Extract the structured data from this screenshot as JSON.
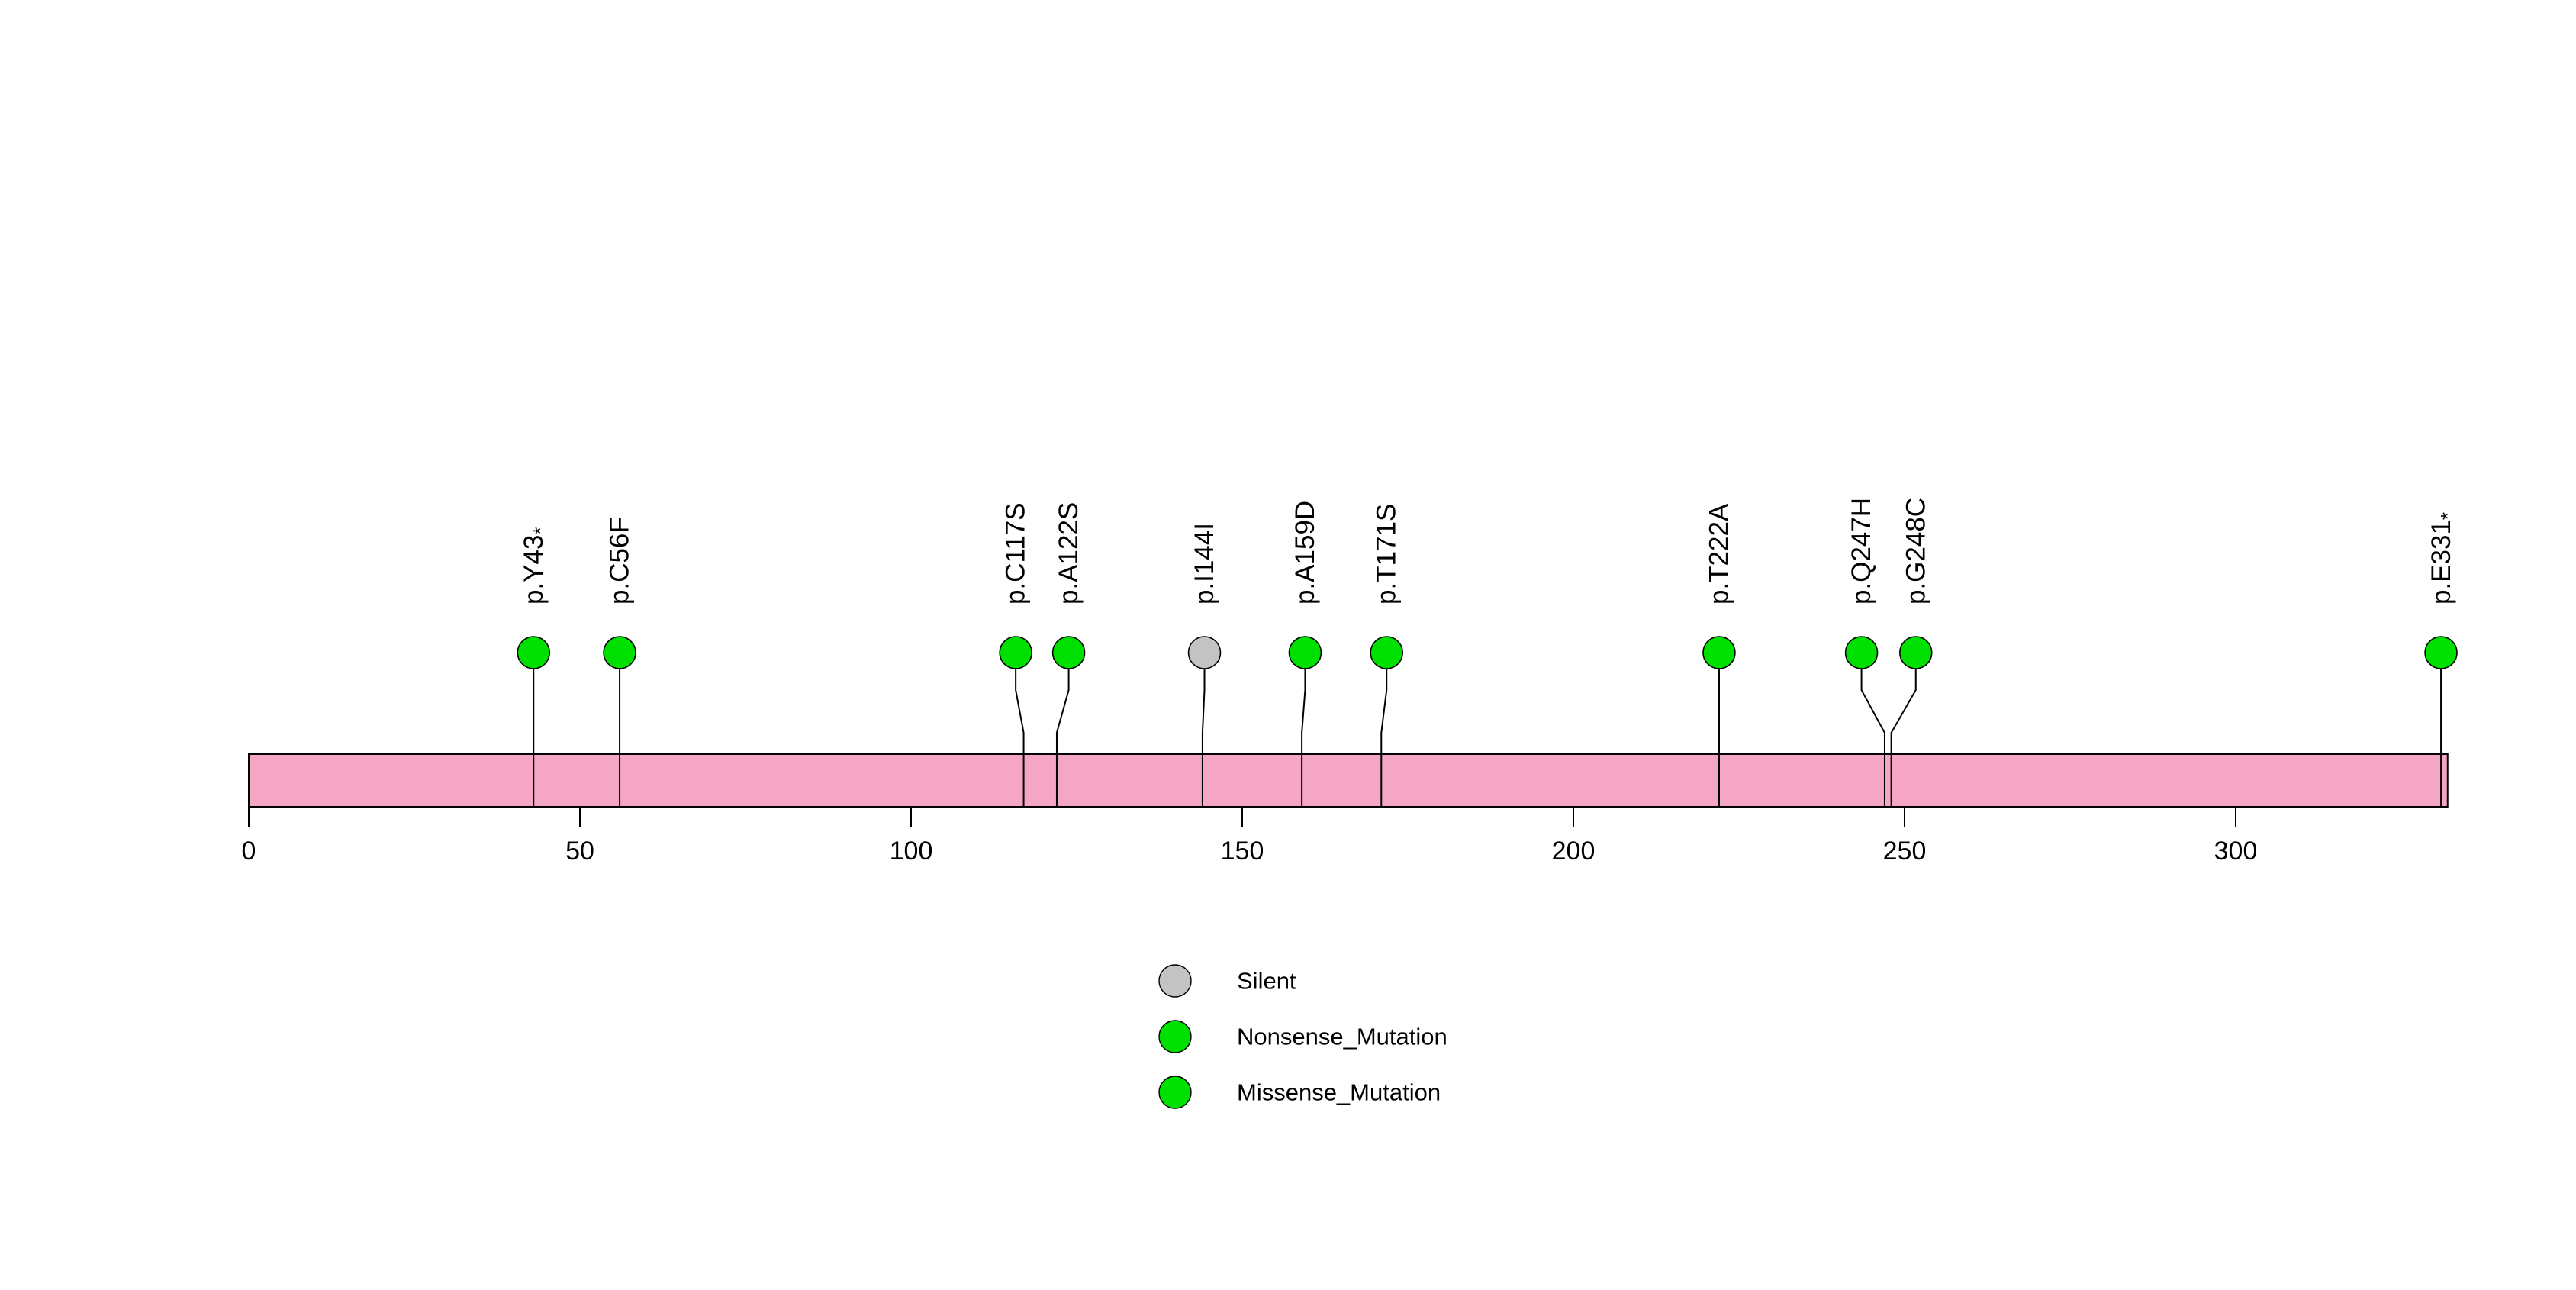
{
  "chart_data": {
    "type": "lollipop",
    "description": "Protein lollipop mutation plot",
    "xlim": [
      0,
      332
    ],
    "protein_length": 332,
    "x_ticks": [
      0,
      50,
      100,
      150,
      200,
      250,
      300
    ],
    "grid": false,
    "backbone_color": "#F5A6C5",
    "backbone_border_color": "#000000",
    "mutation_types": [
      {
        "name": "Silent",
        "color": "#C3C3C3"
      },
      {
        "name": "Nonsense_Mutation",
        "color": "#00E000"
      },
      {
        "name": "Missense_Mutation",
        "color": "#00E000"
      }
    ],
    "mutations": [
      {
        "label": "p.Y43*",
        "residue": 43,
        "label_pos": 43,
        "type": "Nonsense_Mutation"
      },
      {
        "label": "p.C56F",
        "residue": 56,
        "label_pos": 56,
        "type": "Missense_Mutation"
      },
      {
        "label": "p.C117S",
        "residue": 117,
        "label_pos": 115.8,
        "type": "Missense_Mutation"
      },
      {
        "label": "p.A122S",
        "residue": 122,
        "label_pos": 123.8,
        "type": "Missense_Mutation"
      },
      {
        "label": "p.I144I",
        "residue": 144,
        "label_pos": 144.3,
        "type": "Silent"
      },
      {
        "label": "p.A159D",
        "residue": 159,
        "label_pos": 159.5,
        "type": "Missense_Mutation"
      },
      {
        "label": "p.T171S",
        "residue": 171,
        "label_pos": 171.8,
        "type": "Missense_Mutation"
      },
      {
        "label": "p.T222A",
        "residue": 222,
        "label_pos": 222,
        "type": "Missense_Mutation"
      },
      {
        "label": "p.Q247H",
        "residue": 247,
        "label_pos": 243.5,
        "type": "Missense_Mutation"
      },
      {
        "label": "p.G248C",
        "residue": 248,
        "label_pos": 251.7,
        "type": "Missense_Mutation"
      },
      {
        "label": "p.E331*",
        "residue": 331,
        "label_pos": 331,
        "type": "Nonsense_Mutation"
      }
    ],
    "legend": {
      "position": "bottom-center",
      "entries": [
        {
          "label": "Silent",
          "color": "#C3C3C3"
        },
        {
          "label": "Nonsense_Mutation",
          "color": "#00E000"
        },
        {
          "label": "Missense_Mutation",
          "color": "#00E000"
        }
      ]
    }
  }
}
